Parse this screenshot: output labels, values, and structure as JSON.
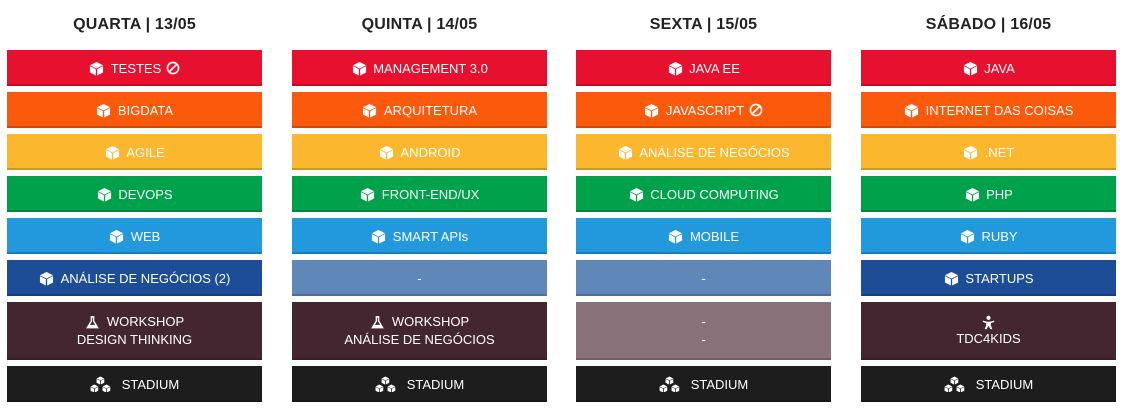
{
  "days": [
    {
      "header": "QUARTA | 13/05",
      "tracks": [
        {
          "label": "TESTES",
          "color": "#e8102f",
          "icon": "cube-icon",
          "banned": true
        },
        {
          "label": "BIGDATA",
          "color": "#fb5a0d",
          "icon": "cube-icon"
        },
        {
          "label": "AGILE",
          "color": "#fbb82f",
          "icon": "cube-icon"
        },
        {
          "label": "DEVOPS",
          "color": "#00a14b",
          "icon": "cube-icon"
        },
        {
          "label": "WEB",
          "color": "#2399dd",
          "icon": "cube-icon"
        },
        {
          "label": "ANÁLISE DE NEGÓCIOS (2)",
          "color": "#1c4d96",
          "icon": "cube-icon"
        },
        {
          "line1": "WORKSHOP",
          "line2": "DESIGN THINKING",
          "color": "#432630",
          "icon": "flask-icon"
        },
        {
          "label": "STADIUM",
          "color": "#1d1d1d",
          "icon": "cubes-stack-icon"
        }
      ]
    },
    {
      "header": "QUINTA | 14/05",
      "tracks": [
        {
          "label": "MANAGEMENT 3.0",
          "color": "#e8102f",
          "icon": "cube-icon"
        },
        {
          "label": "ARQUITETURA",
          "color": "#fb5a0d",
          "icon": "cube-icon"
        },
        {
          "label": "ANDROID",
          "color": "#fbb82f",
          "icon": "cube-icon"
        },
        {
          "label": "FRONT-END/UX",
          "color": "#00a14b",
          "icon": "cube-icon"
        },
        {
          "label": "SMART APIs",
          "color": "#2399dd",
          "icon": "cube-icon"
        },
        {
          "label": "-",
          "color": "#5f87b7"
        },
        {
          "line1": "WORKSHOP",
          "line2": "ANÁLISE DE NEGÓCIOS",
          "color": "#432630",
          "icon": "flask-icon"
        },
        {
          "label": "STADIUM",
          "color": "#1d1d1d",
          "icon": "cubes-stack-icon"
        }
      ]
    },
    {
      "header": "SEXTA | 15/05",
      "tracks": [
        {
          "label": "JAVA EE",
          "color": "#e8102f",
          "icon": "cube-icon"
        },
        {
          "label": "JAVASCRIPT",
          "color": "#fb5a0d",
          "icon": "cube-icon",
          "banned": true
        },
        {
          "label": "ANÁLISE DE NEGÓCIOS",
          "color": "#fbb82f",
          "icon": "cube-icon"
        },
        {
          "label": "CLOUD COMPUTING",
          "color": "#00a14b",
          "icon": "cube-icon"
        },
        {
          "label": "MOBILE",
          "color": "#2399dd",
          "icon": "cube-icon"
        },
        {
          "label": "-",
          "color": "#5f87b7"
        },
        {
          "line1": "-",
          "line2": "-",
          "color": "#8a727a"
        },
        {
          "label": "STADIUM",
          "color": "#1d1d1d",
          "icon": "cubes-stack-icon"
        }
      ]
    },
    {
      "header": "SÁBADO | 16/05",
      "tracks": [
        {
          "label": "JAVA",
          "color": "#e8102f",
          "icon": "cube-icon"
        },
        {
          "label": "INTERNET DAS COISAS",
          "color": "#fb5a0d",
          "icon": "cube-icon"
        },
        {
          "label": ".NET",
          "color": "#fbb82f",
          "icon": "cube-icon"
        },
        {
          "label": "PHP",
          "color": "#00a14b",
          "icon": "cube-icon"
        },
        {
          "label": "RUBY",
          "color": "#2399dd",
          "icon": "cube-icon"
        },
        {
          "label": "STARTUPS",
          "color": "#1c4d96",
          "icon": "cube-icon"
        },
        {
          "line1": "",
          "line2": "TDC4KIDS",
          "color": "#432630",
          "icon": "kid-icon"
        },
        {
          "label": "STADIUM",
          "color": "#1d1d1d",
          "icon": "cubes-stack-icon"
        }
      ]
    }
  ]
}
